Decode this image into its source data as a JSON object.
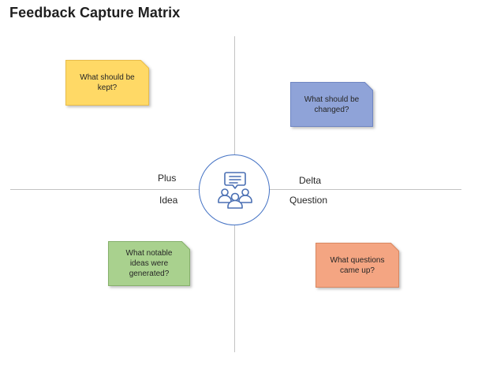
{
  "title": "Feedback Capture Matrix",
  "quadrant_labels": {
    "plus": "Plus",
    "delta": "Delta",
    "idea": "Idea",
    "question": "Question"
  },
  "center_icon": "team-discussion-icon",
  "notes": {
    "kept": {
      "text": "What should be kept?",
      "color": "#ffd966",
      "stroke": "#e8bc4a"
    },
    "changed": {
      "text": "What should be changed?",
      "color": "#8fa3d8",
      "stroke": "#6f86c3"
    },
    "ideas": {
      "text": "What notable ideas were generated?",
      "color": "#a9d18e",
      "stroke": "#86b06b"
    },
    "questions": {
      "text": "What questions came up?",
      "color": "#f4a582",
      "stroke": "#d98760"
    }
  }
}
